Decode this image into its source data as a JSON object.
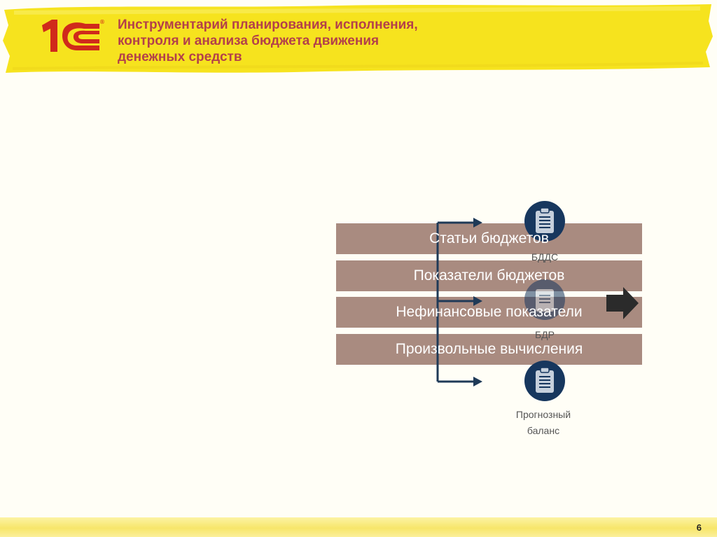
{
  "header": {
    "title_lines": [
      "Инструментарий планирования, исполнения,",
      "контроля и анализа бюджета движения",
      "денежных средств"
    ]
  },
  "logo": {
    "icon": "1c-logo",
    "text": "1С",
    "registered": "®"
  },
  "bars": [
    {
      "label": "Статьи бюджетов"
    },
    {
      "label": "Показатели бюджетов"
    },
    {
      "label": "Нефинансовые показатели"
    },
    {
      "label": "Произвольные вычисления"
    }
  ],
  "documents": [
    {
      "icon": "document-icon",
      "label": "БДДС"
    },
    {
      "icon": "document-icon",
      "label": "БДР"
    },
    {
      "icon": "document-icon",
      "label_line1": "Прогнозный",
      "label_line2": "баланс"
    }
  ],
  "colors": {
    "bar": "#a98b80",
    "title": "#b3404a",
    "arrow": "#1f3a57",
    "doc_circle": "#17375e",
    "highlight": "#f6e31e"
  },
  "footer": {
    "page_number": "6"
  }
}
